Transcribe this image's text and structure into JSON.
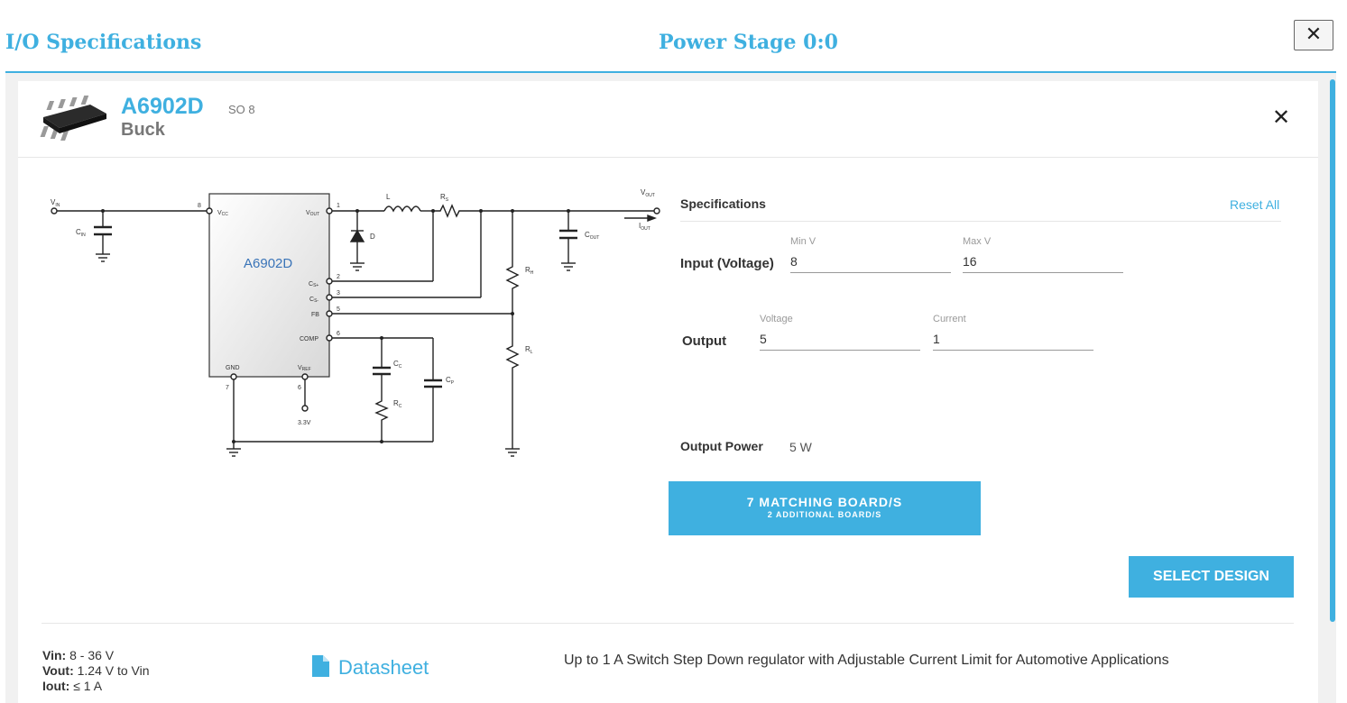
{
  "header": {
    "left_title": "I/O Specifications",
    "center_title": "Power Stage 0:0",
    "close_glyph": "✕"
  },
  "part": {
    "name": "A6902D",
    "type": "Buck",
    "package": "SO 8",
    "close_glyph": "✕",
    "image_icon": "soic-chip-icon"
  },
  "schematic": {
    "ic_label": "A6902D",
    "vin": "V",
    "vin_sub": "IN",
    "cin": "C",
    "cin_sub": "IN",
    "vcc": "V",
    "vcc_sub": "CC",
    "vout_pin": "V",
    "vout_pin_sub": "OUT",
    "csp": "C",
    "csp_sub": "S+",
    "csn": "C",
    "csn_sub": "S-",
    "fb": "FB",
    "comp": "COMP",
    "gnd": "GND",
    "vref": "V",
    "vref_sub": "REF",
    "ref_voltage": "3.3V",
    "inductor": "L",
    "rs": "R",
    "rs_sub": "S",
    "diode": "D",
    "vout": "V",
    "vout_sub": "OUT",
    "iout": "I",
    "iout_sub": "OUT",
    "cout": "C",
    "cout_sub": "OUT",
    "rh": "R",
    "rh_sub": "H",
    "rl": "R",
    "rl_sub": "L",
    "cc": "C",
    "cc_sub": "C",
    "rc": "R",
    "rc_sub": "C",
    "cp": "C",
    "cp_sub": "P",
    "pins": [
      "8",
      "1",
      "2",
      "3",
      "5",
      "6",
      "7",
      "6"
    ]
  },
  "specs": {
    "title": "Specifications",
    "reset_label": "Reset All",
    "input_label": "Input (Voltage)",
    "min_label": "Min V",
    "min_value": "8",
    "max_label": "Max V",
    "max_value": "16",
    "output_label": "Output",
    "voltage_label": "Voltage",
    "voltage_value": "5",
    "current_label": "Current",
    "current_value": "1",
    "power_label": "Output Power",
    "power_value": "5 W"
  },
  "matching": {
    "main": "7 MATCHING BOARD/S",
    "sub": "2 ADDITIONAL BOARD/S"
  },
  "select_label": "SELECT DESIGN",
  "summary": {
    "vin_label": "Vin:",
    "vin_value": "8 - 36 V",
    "vout_label": "Vout:",
    "vout_value": "1.24 V to Vin",
    "iout_label": "Iout:",
    "iout_value": "≤ 1 A"
  },
  "datasheet": {
    "label": "Datasheet",
    "icon": "document-icon"
  },
  "description": "Up to 1 A Switch Step Down regulator with Adjustable Current Limit for Automotive Applications",
  "colors": {
    "accent": "#3fb0e0",
    "panel_bg": "#f1f1f1",
    "text_dark": "#333333",
    "text_muted": "#777777"
  }
}
